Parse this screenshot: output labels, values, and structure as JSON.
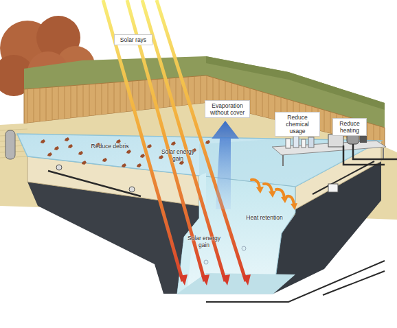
{
  "diagram": {
    "nodes": [
      {
        "text": [
          "Solar rays"
        ]
      },
      {
        "text": [
          "Evaporation without cover"
        ]
      },
      {
        "text": [
          "Reduce chemical usage"
        ]
      },
      {
        "text": [
          "Reduce heating"
        ]
      }
    ],
    "labels": [
      "Reduce debris",
      "Solar energy gain",
      "Heat retention",
      "Solar energy gain"
    ]
  }
}
